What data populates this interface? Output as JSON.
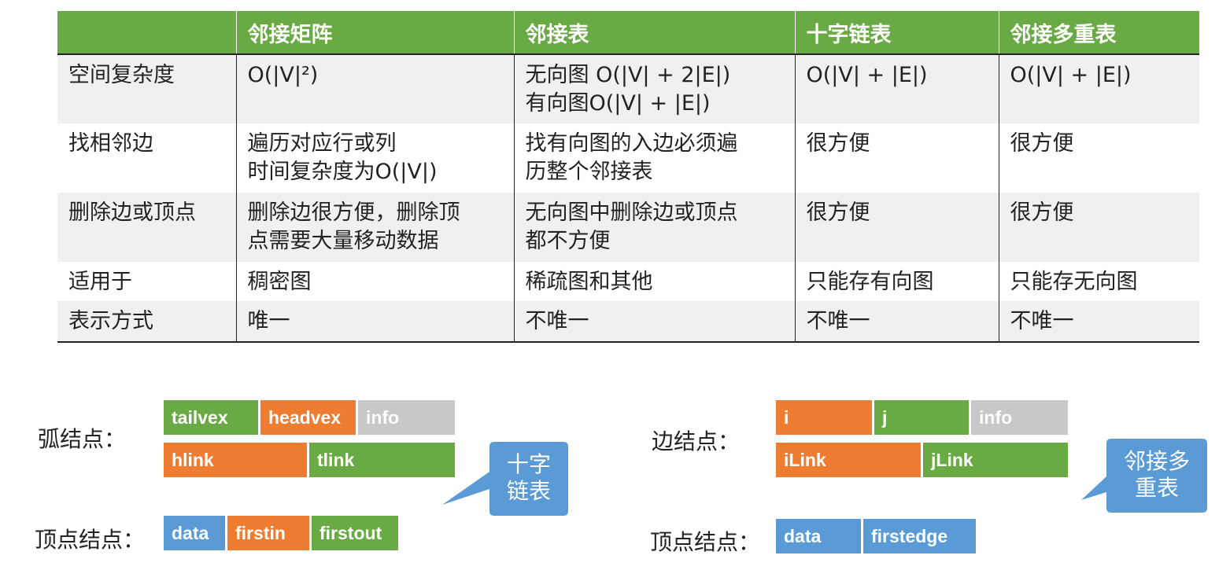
{
  "table": {
    "headers": [
      "",
      "邻接矩阵",
      "邻接表",
      "十字链表",
      "邻接多重表"
    ],
    "rows": [
      [
        "空间复杂度",
        "O(|V|²)",
        "无向图 O(|V| + 2|E|)\n有向图O(|V| + |E|)",
        "O(|V| + |E|)",
        "O(|V| + |E|)"
      ],
      [
        "找相邻边",
        "遍历对应行或列\n时间复杂度为O(|V|)",
        "找有向图的入边必须遍\n历整个邻接表",
        "很方便",
        "很方便"
      ],
      [
        "删除边或顶点",
        "删除边很方便，删除顶\n点需要大量移动数据",
        "无向图中删除边或顶点\n都不方便",
        "很方便",
        "很方便"
      ],
      [
        "适用于",
        "稠密图",
        "稀疏图和其他",
        "只能存有向图",
        "只能存无向图"
      ],
      [
        "表示方式",
        "唯一",
        "不唯一",
        "不唯一",
        "不唯一"
      ]
    ]
  },
  "cross_list": {
    "arc_label": "弧结点：",
    "arc_row1": [
      "tailvex",
      "headvex",
      "info"
    ],
    "arc_row2": [
      "hlink",
      "tlink"
    ],
    "vertex_label": "顶点结点：",
    "vertex_fields": [
      "data",
      "firstin",
      "firstout"
    ],
    "callout": "十字\n链表"
  },
  "multi_list": {
    "edge_label": "边结点：",
    "edge_row1": [
      "i",
      "j",
      "info"
    ],
    "edge_row2": [
      "iLink",
      "jLink"
    ],
    "vertex_label": "顶点结点：",
    "vertex_fields": [
      "data",
      "firstedge"
    ],
    "callout": "邻接多\n重表"
  },
  "colors": {
    "green": "#6aaa45",
    "orange": "#ee7d31",
    "gray": "#c8c8c8",
    "blue": "#5b9bd5"
  }
}
